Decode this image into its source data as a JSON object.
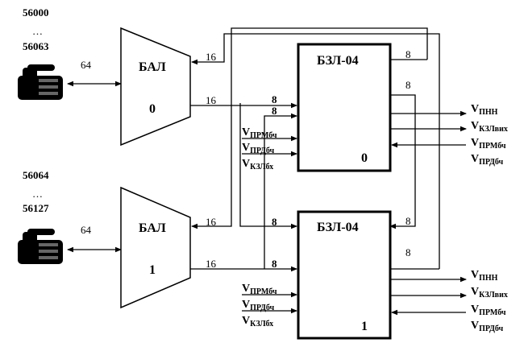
{
  "numbers": {
    "top_range_start": "56000",
    "top_range_dots": "…",
    "top_range_end": "56063",
    "bottom_range_start": "56064",
    "bottom_range_dots": "…",
    "bottom_range_end": "56127"
  },
  "phone_link_label_top": "64",
  "phone_link_label_bottom": "64",
  "bal_top": {
    "title": "БАЛ",
    "index": "0"
  },
  "bal_bottom": {
    "title": "БАЛ",
    "index": "1"
  },
  "bzl_top": {
    "title": "БЗЛ-04",
    "index": "0"
  },
  "bzl_bottom": {
    "title": "БЗЛ-04",
    "index": "1"
  },
  "bus_labels": {
    "bal0_in_16": "16",
    "bal0_out_16": "16",
    "bal1_in_16": "16",
    "bal1_out_16": "16",
    "bzl0_out_8_a": "8",
    "bzl0_out_8_b": "8",
    "bzl0_in_8_a": "8",
    "bzl0_in_8_b": "8",
    "bzl1_out_8_a": "8",
    "bzl1_out_8_b": "8",
    "bzl1_in_8_a": "8",
    "bzl1_in_8_b": "8"
  },
  "signals": {
    "v": "V",
    "prm_bch": "ПРМбч",
    "prd_bch": "ПРДбч",
    "kzl_bx": "КЗЛбх",
    "pnn": "ПНН",
    "kzl_vyx": "КЗЛвих"
  }
}
